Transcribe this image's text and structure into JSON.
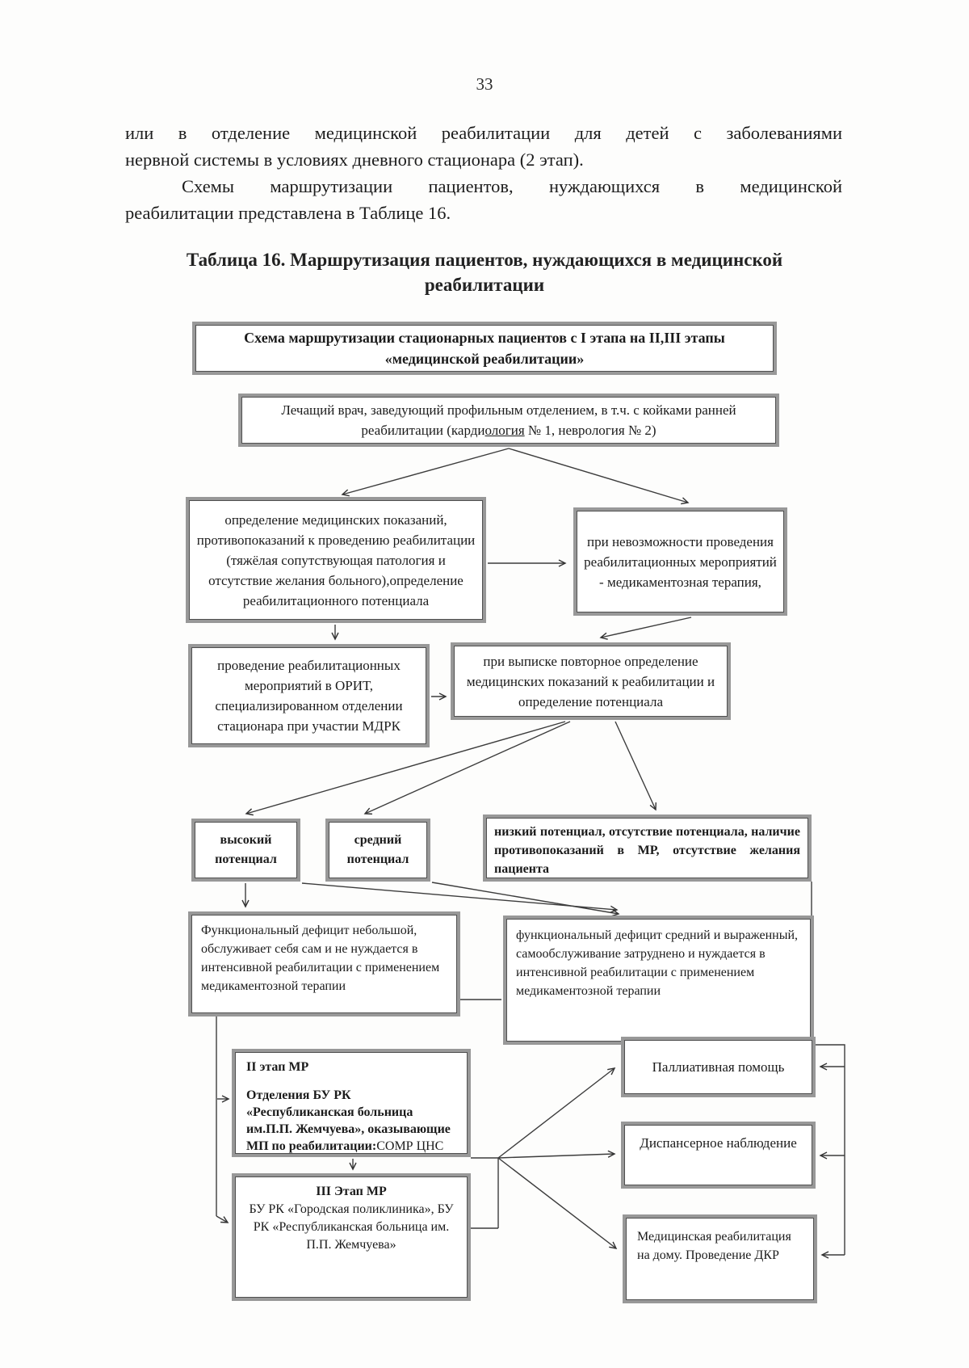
{
  "page": {
    "number": "33"
  },
  "text": {
    "p1": [
      "или в отделение медицинской реабилитации для детей с заболеваниями",
      "нервной системы в условиях дневного стационара (2 этап)."
    ],
    "p2": [
      "Схемы маршрутизации пациентов, нуждающихся в медицинской",
      "реабилитации представлена в Таблице 16."
    ],
    "caption": [
      "Таблица 16. Маршрутизация пациентов, нуждающихся в медицинской",
      "реабилитации"
    ]
  },
  "flowchart": {
    "scheme_title": "Схема маршрутизации стационарных пациентов с I этапа на II,III этапы «медицинской реабилитации»",
    "doctor": {
      "pre": "Лечащий врач, заведующий профильным отделением, в т.ч. с койками ранней реабилитации (карди",
      "underlined": "ология",
      "post": " № 1, неврология № 2)"
    },
    "indications": "определение медицинских показаний, противопоказаний к проведению реабилитации (тяжёлая сопутствующая патология и отсутствие желания больного),определение реабилитационного потенциала",
    "impossible": "при невозможности проведения реабилитационных мероприятий - медикаментозная терапия,",
    "orit": "проведение реабилитационных мероприятий в ОРИТ, специализированном отделении стационара при участии МДРК",
    "discharge": "при выписке повторное определение медицинских показаний к реабилитации и определение потенциала",
    "potential_high": "высокий потенциал",
    "potential_mid": "средний потенциал",
    "potential_low": "низкий потенциал, отсутствие потенциала, наличие противопоказаний в МР, отсутствие желания пациента",
    "deficit_small": "Функциональный дефицит небольшой, обслуживает себя сам и не нуждается в интенсивной реабилитации с применением медикаментозной терапии",
    "deficit_big": "функциональный дефицит средний и выраженный, самообслуживание затруднено и нуждается в интенсивной реабилитации с применением медикаментозной терапии",
    "stage2": {
      "title": "II этап МР",
      "body_bold": "Отделения БУ РК «Республиканская больница им.П.П. Жемчуева», оказывающие МП по реабилитации:",
      "body_regular": "СОМР  ЦНС"
    },
    "stage3": {
      "title": "III Этап МР",
      "body": "БУ РК «Городская поликлиника», БУ РК «Республиканская больница им. П.П. Жемчуева»"
    },
    "palliative": "Паллиативная помощь",
    "dispensary": "Диспансерное наблюдение",
    "home_rehab": "Медицинская реабилитация на дому. Проведение ДКР"
  }
}
